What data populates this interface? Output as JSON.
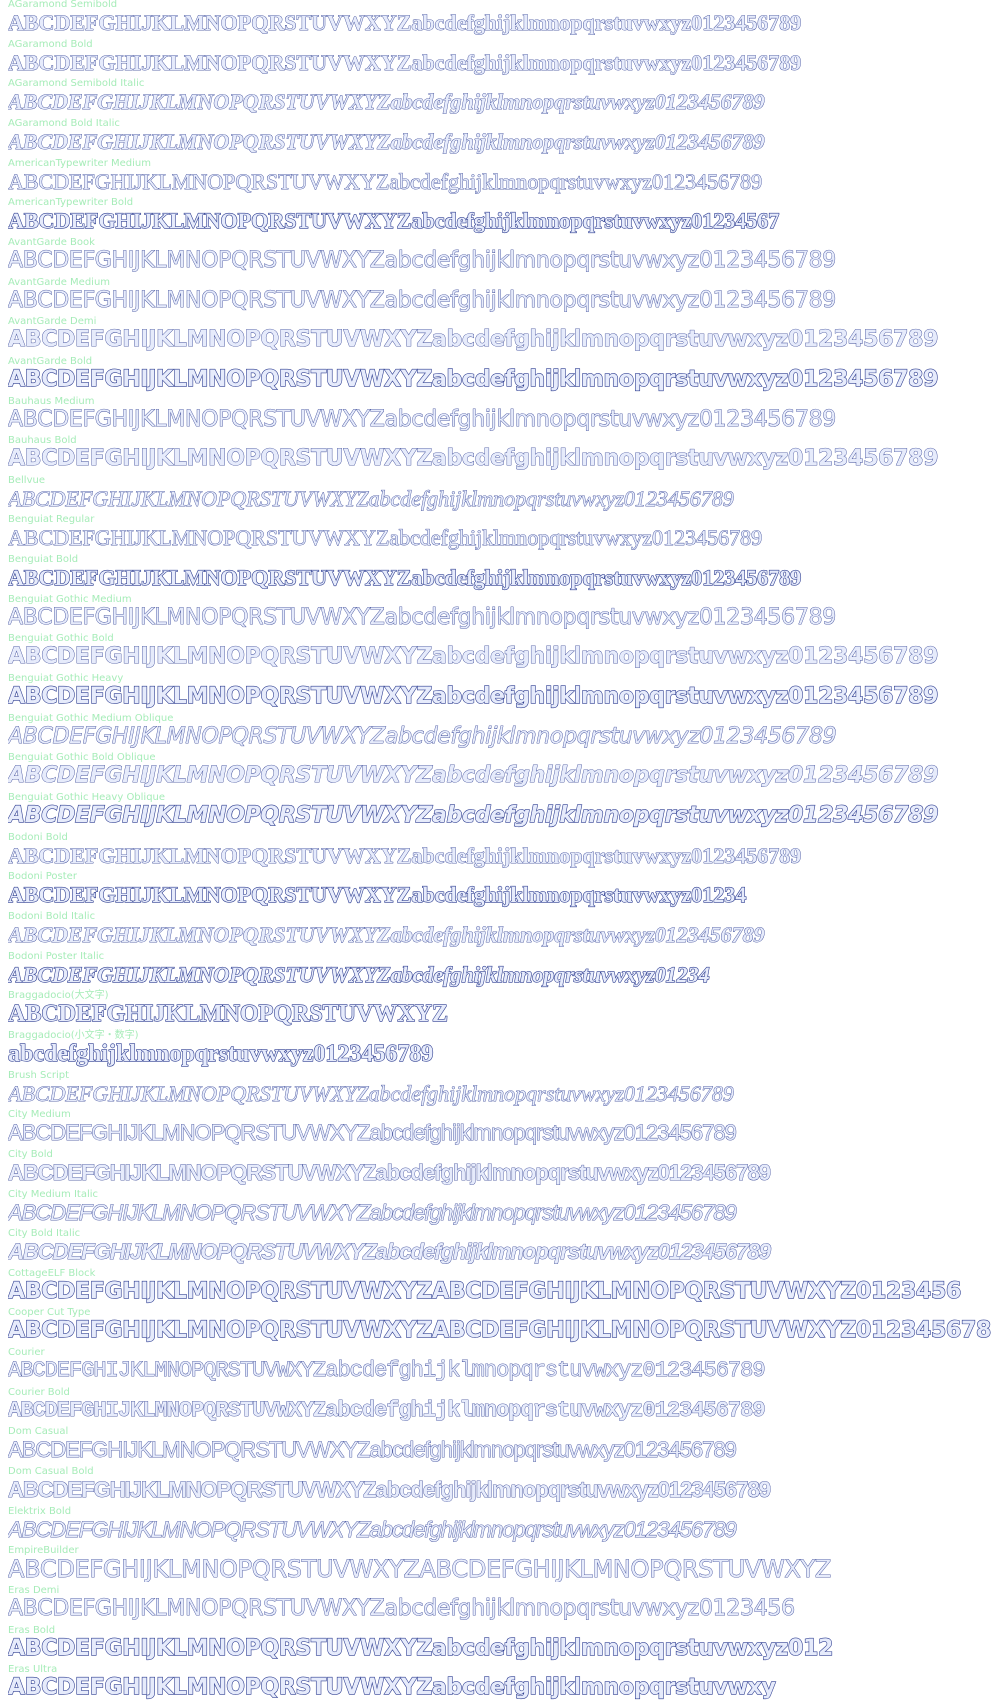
{
  "specimens": [
    {
      "name": "AGaramond Semibold",
      "sample": "ABCDEFGHIJKLMNOPQRSTUVWXYZabcdefghijklmnopqrstuvwxyz0123456789"
    },
    {
      "name": "AGaramond Bold",
      "sample": "ABCDEFGHIJKLMNOPQRSTUVWXYZabcdefghijklmnopqrstuvwxyz0123456789"
    },
    {
      "name": "AGaramond Semibold Italic",
      "sample": "ABCDEFGHIJKLMNOPQRSTUVWXYZabcdefghijklmnopqrstuvwxyz0123456789"
    },
    {
      "name": "AGaramond Bold Italic",
      "sample": "ABCDEFGHIJKLMNOPQRSTUVWXYZabcdefghijklmnopqrstuvwxyz0123456789"
    },
    {
      "name": "AmericanTypewriter Medium",
      "sample": "ABCDEFGHIJKLMNOPQRSTUVWXYZabcdefghijklmnopqrstuvwxyz0123456789"
    },
    {
      "name": "AmericanTypewriter Bold",
      "sample": "ABCDEFGHIJKLMNOPQRSTUVWXYZabcdefghijklmnopqrstuvwxyz01234567"
    },
    {
      "name": "AvantGarde Book",
      "sample": "ABCDEFGHIJKLMNOPQRSTUVWXYZabcdefghijklmnopqrstuvwxyz0123456789"
    },
    {
      "name": "AvantGarde Medium",
      "sample": "ABCDEFGHIJKLMNOPQRSTUVWXYZabcdefghijklmnopqrstuvwxyz0123456789"
    },
    {
      "name": "AvantGarde Demi",
      "sample": "ABCDEFGHIJKLMNOPQRSTUVWXYZabcdefghijklmnopqrstuvwxyz0123456789"
    },
    {
      "name": "AvantGarde Bold",
      "sample": "ABCDEFGHIJKLMNOPQRSTUVWXYZabcdefghijklmnopqrstuvwxyz0123456789"
    },
    {
      "name": "Bauhaus Medium",
      "sample": "ABCDEFGHIJKLMNOPQRSTUVWXYZabcdefghijklmnopqrstuvwxyz0123456789"
    },
    {
      "name": "Bauhaus Bold",
      "sample": "ABCDEFGHIJKLMNOPQRSTUVWXYZabcdefghijklmnopqrstuvwxyz0123456789"
    },
    {
      "name": "Bellvue",
      "sample": "ABCDEFGHIJKLMNOPQRSTUVWXYZabcdefghijklmnopqrstuvwxyz0123456789"
    },
    {
      "name": "Benguiat Regular",
      "sample": "ABCDEFGHIJKLMNOPQRSTUVWXYZabcdefghijklmnopqrstuvwxyz0123456789"
    },
    {
      "name": "Benguiat Bold",
      "sample": "ABCDEFGHIJKLMNOPQRSTUVWXYZabcdefghijklmnopqrstuvwxyz0123456789"
    },
    {
      "name": "Benguiat Gothic Medium",
      "sample": "ABCDEFGHIJKLMNOPQRSTUVWXYZabcdefghijklmnopqrstuvwxyz0123456789"
    },
    {
      "name": "Benguiat Gothic Bold",
      "sample": "ABCDEFGHIJKLMNOPQRSTUVWXYZabcdefghijklmnopqrstuvwxyz0123456789"
    },
    {
      "name": "Benguiat Gothic Heavy",
      "sample": "ABCDEFGHIJKLMNOPQRSTUVWXYZabcdefghijklmnopqrstuvwxyz0123456789"
    },
    {
      "name": "Benguiat Gothic Medium Oblique",
      "sample": "ABCDEFGHIJKLMNOPQRSTUVWXYZabcdefghijklmnopqrstuvwxyz0123456789"
    },
    {
      "name": "Benguiat Gothic Bold Oblique",
      "sample": "ABCDEFGHIJKLMNOPQRSTUVWXYZabcdefghijklmnopqrstuvwxyz0123456789"
    },
    {
      "name": "Benguiat Gothic Heavy Oblique",
      "sample": "ABCDEFGHIJKLMNOPQRSTUVWXYZabcdefghijklmnopqrstuvwxyz0123456789"
    },
    {
      "name": "Bodoni Bold",
      "sample": "ABCDEFGHIJKLMNOPQRSTUVWXYZabcdefghijklmnopqrstuvwxyz0123456789"
    },
    {
      "name": "Bodoni Poster",
      "sample": "ABCDEFGHIJKLMNOPQRSTUVWXYZabcdefghijklmnopqrstuvwxyz01234"
    },
    {
      "name": "Bodoni Bold Italic",
      "sample": "ABCDEFGHIJKLMNOPQRSTUVWXYZabcdefghijklmnopqrstuvwxyz0123456789"
    },
    {
      "name": "Bodoni Poster Italic",
      "sample": "ABCDEFGHIJKLMNOPQRSTUVWXYZabcdefghijklmnopqrstuvwxyz01234"
    },
    {
      "name": "Braggadocio(大文字)",
      "sample": "ABCDEFGHIJKLMNOPQRSTUVWXYZ"
    },
    {
      "name": "Braggadocio(小文字・数字)",
      "sample": "abcdefghijklmnopqrstuvwxyz0123456789"
    },
    {
      "name": "Brush Script",
      "sample": "ABCDEFGHIJKLMNOPQRSTUVWXYZabcdefghijklmnopqrstuvwxyz0123456789"
    },
    {
      "name": "City Medium",
      "sample": "ABCDEFGHIJKLMNOPQRSTUVWXYZabcdefghijklmnopqrstuvwxyz0123456789"
    },
    {
      "name": "City Bold",
      "sample": "ABCDEFGHIJKLMNOPQRSTUVWXYZabcdefghijklmnopqrstuvwxyz0123456789"
    },
    {
      "name": "City Medium Italic",
      "sample": "ABCDEFGHIJKLMNOPQRSTUVWXYZabcdefghijklmnopqrstuvwxyz0123456789"
    },
    {
      "name": "City Bold Italic",
      "sample": "ABCDEFGHIJKLMNOPQRSTUVWXYZabcdefghijklmnopqrstuvwxyz0123456789"
    },
    {
      "name": "CottageELF Block",
      "sample": "ABCDEFGHIJKLMNOPQRSTUVWXYZABCDEFGHIJKLMNOPQRSTUVWXYZ0123456"
    },
    {
      "name": "Cooper Cut Type",
      "sample": "ABCDEFGHIJKLMNOPQRSTUVWXYZABCDEFGHIJKLMNOPQRSTUVWXYZ012345678"
    },
    {
      "name": "Courier",
      "sample": "ABCDEFGHIJKLMNOPQRSTUVWXYZabcdefghijklmnopqrstuvwxyz0123456789"
    },
    {
      "name": "Courier Bold",
      "sample": "ABCDEFGHIJKLMNOPQRSTUVWXYZabcdefghijklmnopqrstuvwxyz0123456789"
    },
    {
      "name": "Dom Casual",
      "sample": "ABCDEFGHIJKLMNOPQRSTUVWXYZabcdefghijklmnopqrstuvwxyz0123456789"
    },
    {
      "name": "Dom Casual Bold",
      "sample": "ABCDEFGHIJKLMNOPQRSTUVWXYZabcdefghijklmnopqrstuvwxyz0123456789"
    },
    {
      "name": "Elektrix Bold",
      "sample": "ABCDEFGHIJKLMNOPQRSTUVWXYZabcdefghijklmnopqrstuvwxyz0123456789"
    },
    {
      "name": "EmpireBuilder",
      "sample": "ABCDEFGHIJKLMNOPQRSTUVWXYZABCDEFGHIJKLMNOPQRSTUVWXYZ"
    },
    {
      "name": "Eras Demi",
      "sample": "ABCDEFGHIJKLMNOPQRSTUVWXYZabcdefghijklmnopqrstuvwxyz0123456"
    },
    {
      "name": "Eras Bold",
      "sample": "ABCDEFGHIJKLMNOPQRSTUVWXYZabcdefghijklmnopqrstuvwxyz012"
    },
    {
      "name": "Eras Ultra",
      "sample": "ABCDEFGHIJKLMNOPQRSTUVWXYZabcdefghijklmnopqrstuvwxy"
    }
  ]
}
